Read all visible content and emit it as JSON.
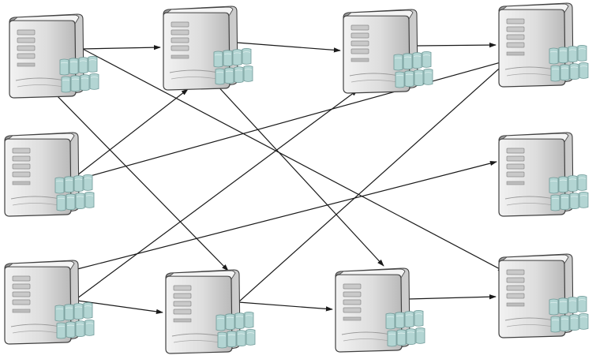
{
  "diagram": {
    "node_icon": "server-tower-with-storage-disks-icon",
    "colors": {
      "tower_light": "#e4e4e4",
      "tower_dark": "#a9a9a9",
      "tower_outline": "#404040",
      "disk_fill": "#b3d5d3",
      "disk_outline": "#6f9a98",
      "edge": "#1a1a1a"
    },
    "nodes": [
      {
        "id": "r1c1"
      },
      {
        "id": "r1c2"
      },
      {
        "id": "r1c3"
      },
      {
        "id": "r1c4"
      },
      {
        "id": "r2c1"
      },
      {
        "id": "r2c4"
      },
      {
        "id": "r3c1"
      },
      {
        "id": "r3c2"
      },
      {
        "id": "r3c3"
      },
      {
        "id": "r3c4"
      }
    ],
    "edges": [
      {
        "from": "r1c1",
        "to": "r1c2"
      },
      {
        "from": "r1c2",
        "to": "r1c3"
      },
      {
        "from": "r1c3",
        "to": "r1c4"
      },
      {
        "from": "r1c1",
        "to": "r3c4"
      },
      {
        "from": "r1c1",
        "to": "r3c2"
      },
      {
        "from": "r1c2",
        "to": "r3c3"
      },
      {
        "from": "r2c1",
        "to": "r1c2"
      },
      {
        "from": "r2c1",
        "to": "r1c4"
      },
      {
        "from": "r3c1",
        "to": "r2c4"
      },
      {
        "from": "r3c1",
        "to": "r1c3"
      },
      {
        "from": "r3c1",
        "to": "r3c2"
      },
      {
        "from": "r3c2",
        "to": "r3c3"
      },
      {
        "from": "r3c2",
        "to": "r1c4"
      },
      {
        "from": "r3c3",
        "to": "r3c4"
      }
    ]
  }
}
